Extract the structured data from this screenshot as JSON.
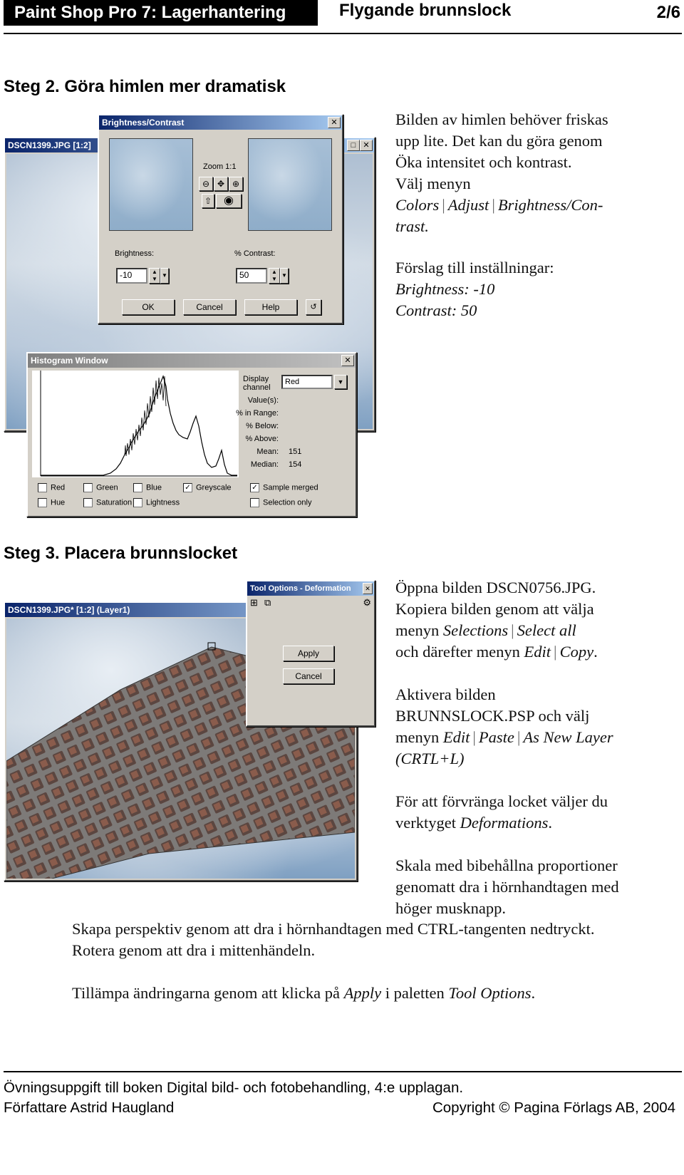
{
  "header": {
    "left_title": "Paint Shop Pro 7: Lagerhantering",
    "center_title": "Flygande brunnslock",
    "page_number": "2/6"
  },
  "step2": {
    "heading": "Steg 2.  Göra himlen mer dramatisk",
    "text": {
      "line1": "Bilden av himlen behöver friskas",
      "line2": "upp lite. Det kan du göra genom",
      "line3": "Öka intensitet och kontrast.",
      "line4": "Välj menyn",
      "menu_colors": "Colors",
      "menu_adjust": "Adjust",
      "menu_brightness_a": "Brightness/Con-",
      "menu_brightness_b": "trast.",
      "suggest_heading": "Förslag till inställningar:",
      "suggest_brightness": "Brightness: -10",
      "suggest_contrast": "Contrast: 50"
    },
    "image_window": {
      "title": "DSCN1399.JPG [1:2]"
    },
    "brightness_dialog": {
      "title": "Brightness/Contrast",
      "zoom_label": "Zoom 1:1",
      "brightness_label": "Brightness:",
      "brightness_value": "-10",
      "contrast_label": "% Contrast:",
      "contrast_value": "50",
      "ok": "OK",
      "cancel": "Cancel",
      "help": "Help"
    },
    "histogram": {
      "title": "Histogram Window",
      "display_channel": "Display channel",
      "channel_value": "Red",
      "values_label": "Value(s):",
      "in_range_label": "% in Range:",
      "below_label": "% Below:",
      "above_label": "% Above:",
      "mean_label": "Mean:",
      "mean_value": "151",
      "median_label": "Median:",
      "median_value": "154",
      "checkboxes": {
        "red": "Red",
        "green": "Green",
        "blue": "Blue",
        "greyscale": "Greyscale",
        "sample_merged": "Sample merged",
        "hue": "Hue",
        "saturation": "Saturation",
        "lightness": "Lightness",
        "selection_only": "Selection only"
      }
    }
  },
  "step3": {
    "heading": "Steg 3.  Placera brunnslocket",
    "image_window": {
      "title": "DSCN1399.JPG* [1:2] (Layer1)"
    },
    "tool_options": {
      "title": "Tool Options - Deformation",
      "apply": "Apply",
      "cancel": "Cancel"
    },
    "text": {
      "p1_l1": "Öppna bilden DSCN0756.JPG.",
      "p1_l2": "Kopiera bilden genom att välja",
      "p1_l3_a": "menyn ",
      "p1_selections": "Selections",
      "p1_select_all": "Select all",
      "p1_l4_a": "och därefter menyn ",
      "p1_edit": "Edit",
      "p1_copy": "Copy",
      "p1_period": ".",
      "p2_l1": "Aktivera bilden",
      "p2_l2": "BRUNNSLOCK.PSP och välj",
      "p2_l3_a": "menyn ",
      "p2_edit": "Edit",
      "p2_paste": "Paste",
      "p2_as_new_layer": "As New Layer",
      "p2_shortcut": "(CRTL+L)",
      "p3_l1": "För att förvränga locket väljer du",
      "p3_l2_a": "verktyget ",
      "p3_deformations": "Deformations",
      "p3_period": ".",
      "p4_l1": "Skala med bibehållna proportioner",
      "p4_l2": "genomatt dra i hörnhandtagen med",
      "p4_l3": "höger musknapp.",
      "p5_l1": "Skapa perspektiv genom att dra i hörnhandtagen med CTRL-tangenten nedtryckt.",
      "p5_l2": "Rotera genom att dra i mittenhändeln.",
      "p6_a": "Tillämpa ändringarna genom att klicka på ",
      "p6_apply": "Apply",
      "p6_b": " i paletten ",
      "p6_tool_options": "Tool Options",
      "p6_c": "."
    }
  },
  "footer": {
    "line1": "Övningsuppgift till boken Digital bild- och fotobehandling, 4:e upplagan.",
    "author": "Författare Astrid Haugland",
    "copyright": "Copyright © Pagina Förlags AB, 2004"
  },
  "colors": {
    "titlebar": "#0a246a",
    "dialog": "#d4d0c8"
  }
}
